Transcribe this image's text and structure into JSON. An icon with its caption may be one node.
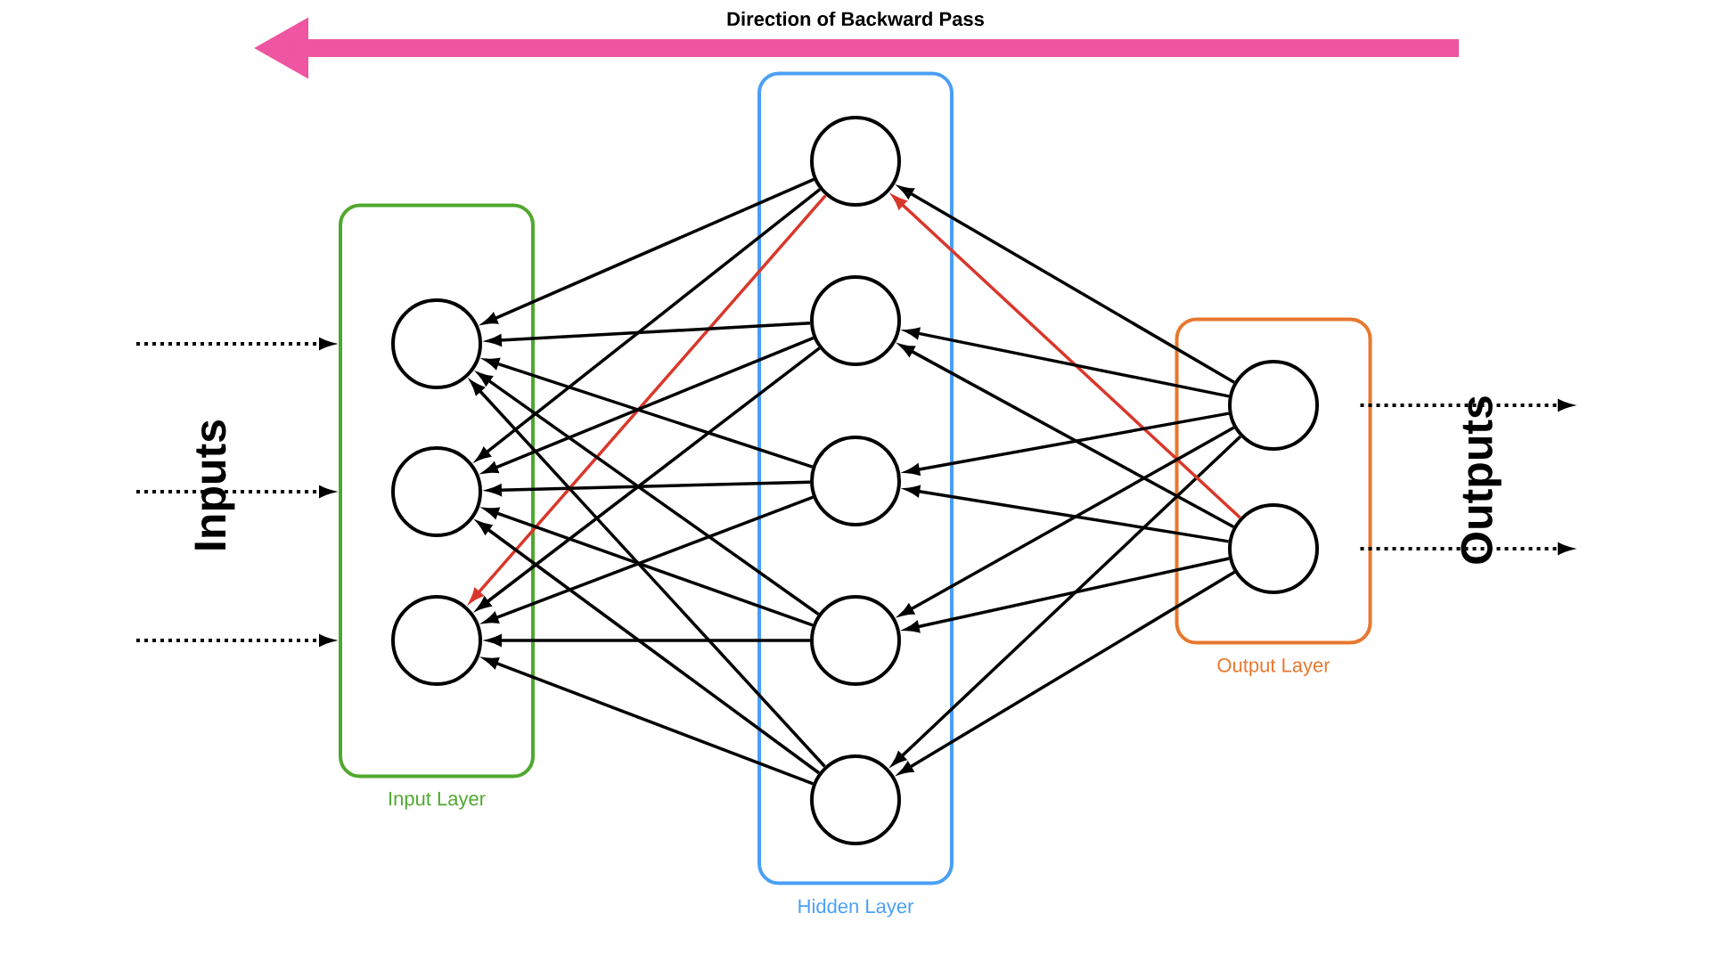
{
  "diagram": {
    "nodes": [
      {
        "text": [
          "Input Layer"
        ]
      },
      {
        "text": [],
        "shape": "circle",
        "in": 0
      },
      {
        "text": [],
        "shape": "circle",
        "in": 0
      },
      {
        "text": [],
        "shape": "circle",
        "in": 0
      },
      {
        "text": [
          "Hidden Layer"
        ]
      },
      {
        "text": [],
        "shape": "circle",
        "in": 4
      },
      {
        "text": [],
        "shape": "circle",
        "in": 4
      },
      {
        "text": [],
        "shape": "circle",
        "in": 4
      },
      {
        "text": [],
        "shape": "circle",
        "in": 4
      },
      {
        "text": [],
        "shape": "circle",
        "in": 4
      },
      {
        "text": [
          "Output Layer"
        ]
      },
      {
        "text": [],
        "shape": "circle",
        "in": 10
      },
      {
        "text": [],
        "shape": "circle",
        "in": 10
      }
    ],
    "edges": [
      {
        "from": null,
        "to": 0,
        "arrow": "to",
        "style": "dashed"
      },
      {
        "from": null,
        "to": 0,
        "arrow": "to",
        "style": "dashed"
      },
      {
        "from": null,
        "to": 0,
        "arrow": "to",
        "style": "dashed"
      },
      {
        "from": 5,
        "to": 1,
        "arrow": "to"
      },
      {
        "from": 5,
        "to": 2,
        "arrow": "to"
      },
      {
        "from": 5,
        "to": 3,
        "arrow": "to",
        "color": "#d9372b"
      },
      {
        "from": 6,
        "to": 1,
        "arrow": "to"
      },
      {
        "from": 6,
        "to": 2,
        "arrow": "to"
      },
      {
        "from": 6,
        "to": 3,
        "arrow": "to"
      },
      {
        "from": 7,
        "to": 1,
        "arrow": "to"
      },
      {
        "from": 7,
        "to": 2,
        "arrow": "to"
      },
      {
        "from": 7,
        "to": 3,
        "arrow": "to"
      },
      {
        "from": 8,
        "to": 1,
        "arrow": "to"
      },
      {
        "from": 8,
        "to": 2,
        "arrow": "to"
      },
      {
        "from": 8,
        "to": 3,
        "arrow": "to"
      },
      {
        "from": 9,
        "to": 1,
        "arrow": "to"
      },
      {
        "from": 9,
        "to": 2,
        "arrow": "to"
      },
      {
        "from": 9,
        "to": 3,
        "arrow": "to"
      },
      {
        "from": 11,
        "to": 5,
        "arrow": "to"
      },
      {
        "from": 11,
        "to": 6,
        "arrow": "to"
      },
      {
        "from": 11,
        "to": 7,
        "arrow": "to"
      },
      {
        "from": 11,
        "to": 8,
        "arrow": "to"
      },
      {
        "from": 11,
        "to": 9,
        "arrow": "to"
      },
      {
        "from": 12,
        "to": 5,
        "arrow": "to",
        "color": "#d9372b"
      },
      {
        "from": 12,
        "to": 6,
        "arrow": "to"
      },
      {
        "from": 12,
        "to": 7,
        "arrow": "to"
      },
      {
        "from": 12,
        "to": 8,
        "arrow": "to"
      },
      {
        "from": 12,
        "to": 9,
        "arrow": "to"
      },
      {
        "from": 10,
        "to": null,
        "arrow": "to",
        "style": "dashed"
      },
      {
        "from": 10,
        "to": null,
        "arrow": "to",
        "style": "dashed"
      }
    ],
    "labels": [
      "Direction of Backward Pass",
      "Inputs",
      "Outputs"
    ]
  }
}
